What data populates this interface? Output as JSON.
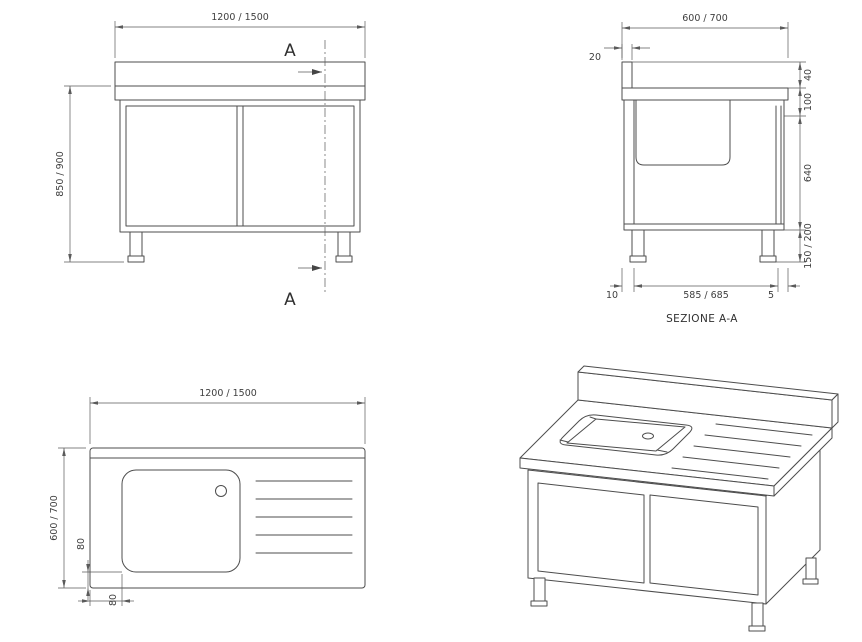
{
  "front_view": {
    "dim_width": "1200 / 1500",
    "dim_height": "850 / 900",
    "section_letter": "A"
  },
  "section_view": {
    "title": "SEZIONE A-A",
    "dim_depth": "600 / 700",
    "dim_top_offset": "20",
    "dim_splash_h": "40",
    "dim_worktop_h": "100",
    "dim_body_h": "640",
    "dim_leg_h": "150 / 200",
    "dim_back_gap": "10",
    "dim_inner_depth": "585 / 685",
    "dim_front_gap": "5"
  },
  "plan_view": {
    "dim_width": "1200 / 1500",
    "dim_depth": "600 / 700",
    "dim_basin_offset_x": "80",
    "dim_basin_offset_y": "80"
  },
  "colors": {
    "line": "#4d4d4d",
    "text": "#3f3f3f",
    "background": "#ffffff"
  }
}
